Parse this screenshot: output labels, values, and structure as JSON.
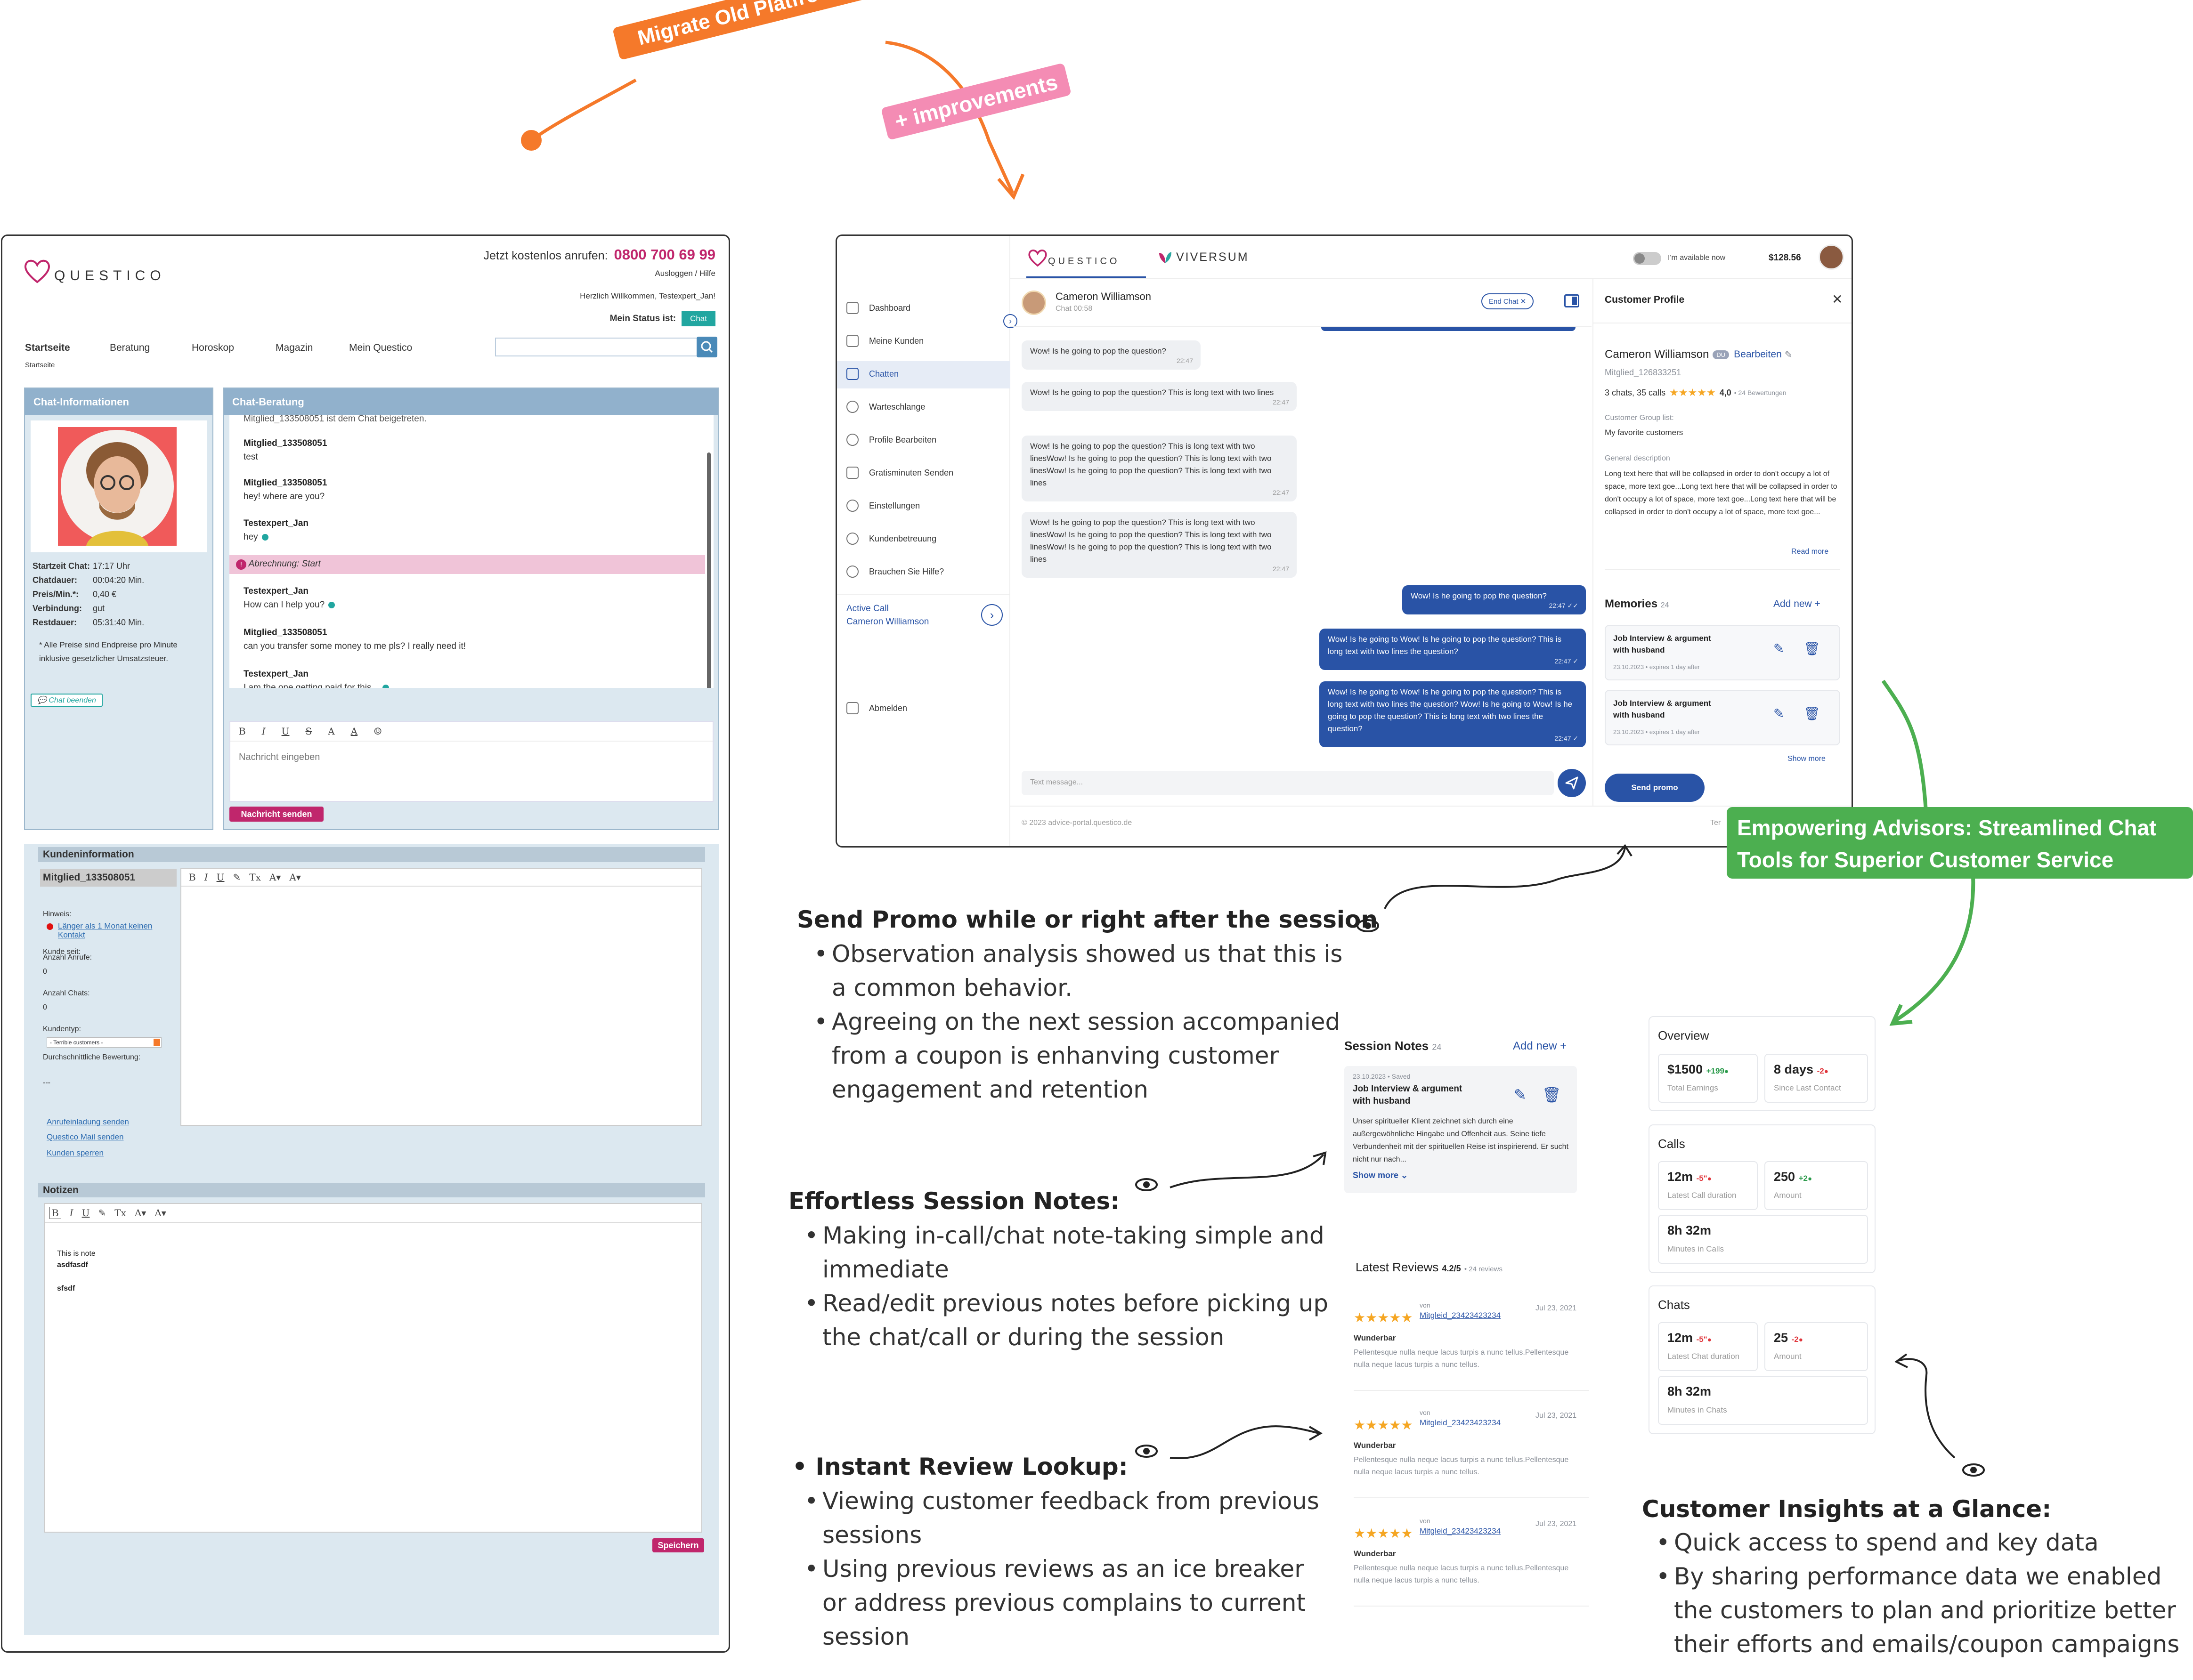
{
  "annotations": {
    "migrate": "Migrate Old Platfrom to new",
    "improvements": "+ improvements",
    "empowering": "Empowering Advisors: Streamlined Chat Tools for Superior Customer Service",
    "promo": {
      "title": "Send Promo while or right after the session",
      "points": [
        "Observation analysis showed us that this is a common behavior.",
        "Agreeing on the next session accompanied from a coupon is enhanving customer engagement and retention"
      ]
    },
    "notes": {
      "title": "Effortless Session Notes:",
      "points": [
        "Making in-call/chat note-taking simple and immediate",
        "Read/edit previous notes before picking up the chat/call or during the session"
      ]
    },
    "reviews": {
      "title": "• Instant Review Lookup:",
      "points": [
        "Viewing customer feedback from previous sessions",
        "Using previous reviews as an ice breaker or address previous complains to current session"
      ]
    },
    "insights": {
      "title": "Customer Insights at a Glance:",
      "points": [
        "Quick access to spend and key data",
        "By sharing performance data we enabled the customers to plan and prioritize better their efforts and emails/coupon campaigns"
      ]
    }
  },
  "old": {
    "logo": "QUESTICO",
    "call_label": "Jetzt kostenlos anrufen:",
    "phone": "0800 700 69 99",
    "logout": "Ausloggen / Hilfe",
    "welcome": "Herzlich Willkommen, Testexpert_Jan!",
    "status_label": "Mein Status ist:",
    "status_value": "Chat",
    "nav": [
      "Startseite",
      "Beratung",
      "Horoskop",
      "Magazin",
      "Mein Questico"
    ],
    "breadcrumb": "Startseite",
    "info_title": "Chat-Informationen",
    "info_rows": [
      {
        "k": "Startzeit Chat:",
        "v": "17:17 Uhr"
      },
      {
        "k": "Chatdauer:",
        "v": "00:04:20 Min."
      },
      {
        "k": "Preis/Min.*:",
        "v": "0,40 €"
      },
      {
        "k": "Verbindung:",
        "v": "gut"
      },
      {
        "k": "Restdauer:",
        "v": "05:31:40 Min."
      }
    ],
    "price_note": "* Alle Preise sind Endpreise pro Minute inklusive gesetzlicher Umsatzsteuer.",
    "end_chat": "Chat beenden",
    "chat_title": "Chat-Beratung",
    "chat_top": "Mitglied_133508051 ist dem Chat beigetreten.",
    "messages": [
      {
        "from": "Mitglied_133508051",
        "text": "test",
        "dot": false
      },
      {
        "from": "Mitglied_133508051",
        "text": "hey! where are you?",
        "dot": false
      },
      {
        "from": "Testexpert_Jan",
        "text": "hey",
        "dot": true
      },
      {
        "from": "Testexpert_Jan",
        "text": "How can I help you?",
        "dot": true
      },
      {
        "from": "Mitglied_133508051",
        "text": "can you transfer some money to me pls? I really need it!",
        "dot": false
      },
      {
        "from": "Testexpert_Jan",
        "text": "I am the one getting paid for this...",
        "dot": true
      }
    ],
    "billing": "Abrechnung: Start",
    "placeholder": "Nachricht eingeben",
    "send": "Nachricht senden",
    "customer_title": "Kundeninformation",
    "member": "Mitglied_133508051",
    "hint_label": "Hinweis:",
    "hint_link": "Länger als 1 Monat keinen Kontakt",
    "customer_since": "Kunde seit:",
    "calls_label": "Anzahl Anrufe:",
    "calls_value": "0",
    "chats_label": "Anzahl Chats:",
    "chats_value": "0",
    "type_label": "Kundentyp:",
    "type_value": "- Terrible customers -",
    "avg_label": "Durchschnittliche Bewertung:",
    "avg_value": "---",
    "links": [
      "Anrufeinladung senden",
      "Questico Mail senden",
      "Kunden sperren"
    ],
    "notes_title": "Notizen",
    "notes_lines": [
      "This is note",
      "asdfasdf",
      "sfsdf"
    ],
    "save": "Speichern"
  },
  "new": {
    "brand1": "QUESTICO",
    "brand2": "VIVERSUM",
    "available": "I'm available now",
    "balance": "$128.56",
    "sidebar": [
      "Dashboard",
      "Meine Kunden",
      "Chatten",
      "Warteschlange",
      "Profile Bearbeiten",
      "Gratisminuten Senden",
      "Einstellungen",
      "Kundenbetreuung",
      "Brauchen Sie Hilfe?"
    ],
    "active_call_label": "Active Call",
    "active_call_name": "Cameron Williamson",
    "logout": "Abmelden",
    "chat_name": "Cameron Williamson",
    "chat_sub": "Chat 00:58",
    "end_chat": "End Chat",
    "bubbles_in": [
      {
        "text": "Wow! Is he going to pop the question?",
        "time": "22:47"
      },
      {
        "text": "Wow! Is he going to pop the question? This is long text with two lines",
        "time": "22:47"
      },
      {
        "text": "Wow! Is he going to pop the question? This is long text with two linesWow! Is he going to pop the question? This is long text with two linesWow! Is he going to pop the question? This is long text with two lines",
        "time": "22:47"
      },
      {
        "text": "Wow! Is he going to pop the question? This is long text with two linesWow! Is he going to pop the question? This is long text with two linesWow! Is he going to pop the question? This is long text with two lines",
        "time": "22:47"
      }
    ],
    "bubbles_out": [
      {
        "text": "Wow! Is he going to pop the question?",
        "time": "22:47 ✓✓"
      },
      {
        "text": "Wow! Is he going to Wow! Is he going to pop the question? This is long text with two lines the question?",
        "time": "22:47 ✓"
      },
      {
        "text": "Wow! Is he going to Wow! Is he going to pop the question? This is long text with two lines the question? Wow! Is he going to Wow! Is he going to pop the question? This is long text with two lines the question?",
        "time": "22:47 ✓"
      }
    ],
    "input_placeholder": "Text message...",
    "footer": "© 2023 advice-portal.questico.de",
    "footer_right": "Ter",
    "profile": {
      "title": "Customer Profile",
      "name": "Cameron Williamson",
      "badge": "DU",
      "edit": "Bearbeiten",
      "id": "Mitglied_126833251",
      "stats": "3 chats, 35 calls",
      "rating": "4,0",
      "reviews": "• 24 Bewertungen",
      "group_label": "Customer Group list:",
      "group_value": "My favorite customers",
      "desc_label": "General description",
      "desc": "Long text here that will be collapsed in order to don't occupy a lot of space, more text goe...Long text here that will be collapsed in order to don't occupy a lot of space, more text goe...Long text here that will be collapsed in order to don't occupy a lot of space, more text goe...",
      "read_more": "Read more",
      "memories_label": "Memories",
      "memories_count": "24",
      "add_new": "Add new +",
      "memories": [
        {
          "title": "Job Interview & argument with husband",
          "meta": "23.10.2023 • expires 1 day after"
        },
        {
          "title": "Job Interview & argument with husband",
          "meta": "23.10.2023 • expires 1 day after"
        }
      ],
      "show_more": "Show more",
      "send_promo": "Send promo"
    }
  },
  "session_notes": {
    "title": "Session Notes",
    "count": "24",
    "add_new": "Add new +",
    "meta": "23.10.2023 • Saved",
    "note_title": "Job Interview & argument with husband",
    "note_body": "Unser spiritueller Klient zeichnet sich durch eine außergewöhnliche Hingabe und Offenheit aus. Seine tiefe Verbundenheit mit der spirituellen Reise ist inspirierend. Er sucht nicht nur nach...",
    "show_more": "Show more"
  },
  "latest_reviews": {
    "title": "Latest Reviews",
    "score": "4.2/5",
    "count": "• 24 reviews",
    "items": [
      {
        "von": "von",
        "user": "Mitgleid_23423423234",
        "date": "Jul 23, 2021",
        "title": "Wunderbar",
        "body": "Pellentesque nulla neque lacus turpis a nunc tellus.Pellentesque nulla neque lacus turpis a nunc tellus."
      },
      {
        "von": "von",
        "user": "Mitgleid_23423423234",
        "date": "Jul 23, 2021",
        "title": "Wunderbar",
        "body": "Pellentesque nulla neque lacus turpis a nunc tellus.Pellentesque nulla neque lacus turpis a nunc tellus."
      },
      {
        "von": "von",
        "user": "Mitgleid_23423423234",
        "date": "Jul 23, 2021",
        "title": "Wunderbar",
        "body": "Pellentesque nulla neque lacus turpis a nunc tellus.Pellentesque nulla neque lacus turpis a nunc tellus."
      }
    ]
  },
  "overview": {
    "title": "Overview",
    "earn_v": "$1500",
    "earn_d": "+199",
    "earn_l": "Total Earnings",
    "days_v": "8 days",
    "days_d": "-2",
    "days_l": "Since Last Contact",
    "calls_title": "Calls",
    "c1_v": "12m",
    "c1_d": "-5\"",
    "c1_l": "Latest Call duration",
    "c2_v": "250",
    "c2_d": "+2",
    "c2_l": "Amount",
    "c3_v": "8h 32m",
    "c3_l": "Minutes in Calls",
    "chats_title": "Chats",
    "h1_v": "12m",
    "h1_d": "-5\"",
    "h1_l": "Latest Chat duration",
    "h2_v": "25",
    "h2_d": "-2",
    "h2_l": "Amount",
    "h3_v": "8h 32m",
    "h3_l": "Minutes in Chats"
  },
  "colors": {
    "orange": "#f5792a",
    "pink": "#f48cb4",
    "green": "#4caf50",
    "blue": "#2953a6",
    "magenta": "#c0266c"
  }
}
